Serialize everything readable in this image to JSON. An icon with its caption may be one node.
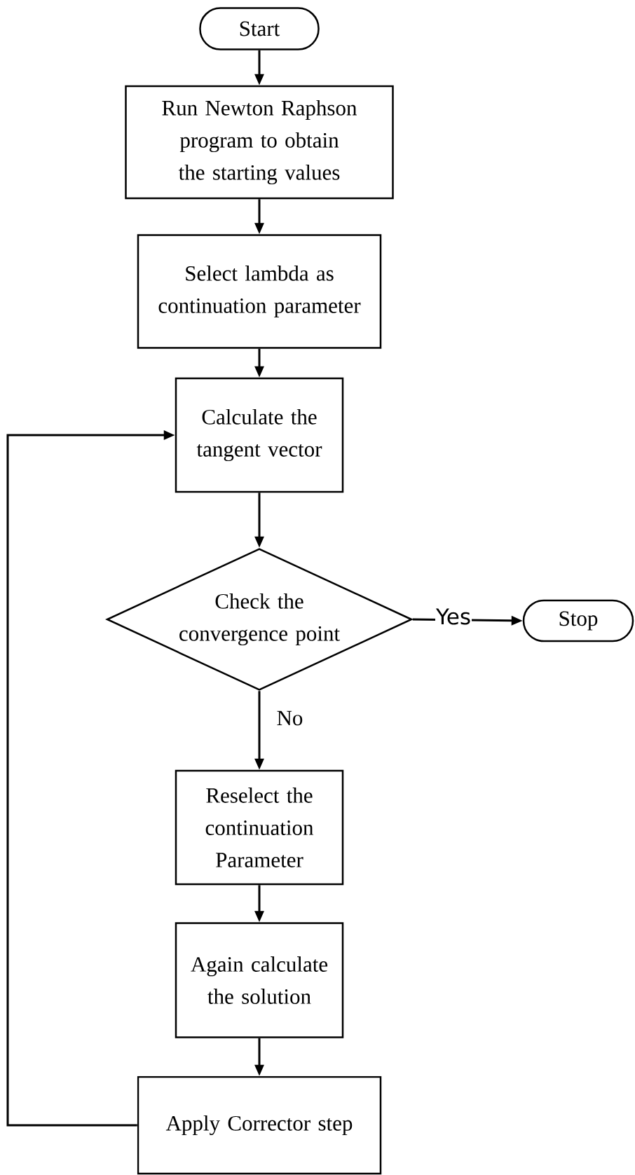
{
  "diagram": {
    "nodes": [
      {
        "text": [
          "Start"
        ]
      },
      {
        "text": [
          "Run Newton Raphson program to obtain the starting values"
        ]
      },
      {
        "text": [
          "Select lambda as continuation parameter"
        ]
      },
      {
        "text": [
          "Calculate the tangent vector"
        ]
      },
      {
        "text": [
          "Check the convergence point"
        ]
      },
      {
        "text": [
          "Stop"
        ]
      },
      {
        "text": [
          "Reselect the continuation Parameter"
        ]
      },
      {
        "text": [
          "Again calculate the solution"
        ]
      },
      {
        "text": [
          "Apply Corrector step"
        ]
      }
    ],
    "edges": [
      {
        "from": 0,
        "to": 1,
        "arrow": "to"
      },
      {
        "from": 1,
        "to": 2,
        "arrow": "to"
      },
      {
        "from": 2,
        "to": 3,
        "arrow": "to"
      },
      {
        "from": 3,
        "to": 4,
        "arrow": "to"
      },
      {
        "from": 4,
        "to": 5,
        "arrow": "to",
        "label": "Yes"
      },
      {
        "from": 4,
        "to": 6,
        "arrow": "to",
        "label": "No"
      },
      {
        "from": 6,
        "to": 7,
        "arrow": "to"
      },
      {
        "from": 7,
        "to": 8,
        "arrow": "to"
      },
      {
        "from": 8,
        "to": 3,
        "arrow": "to"
      }
    ]
  }
}
